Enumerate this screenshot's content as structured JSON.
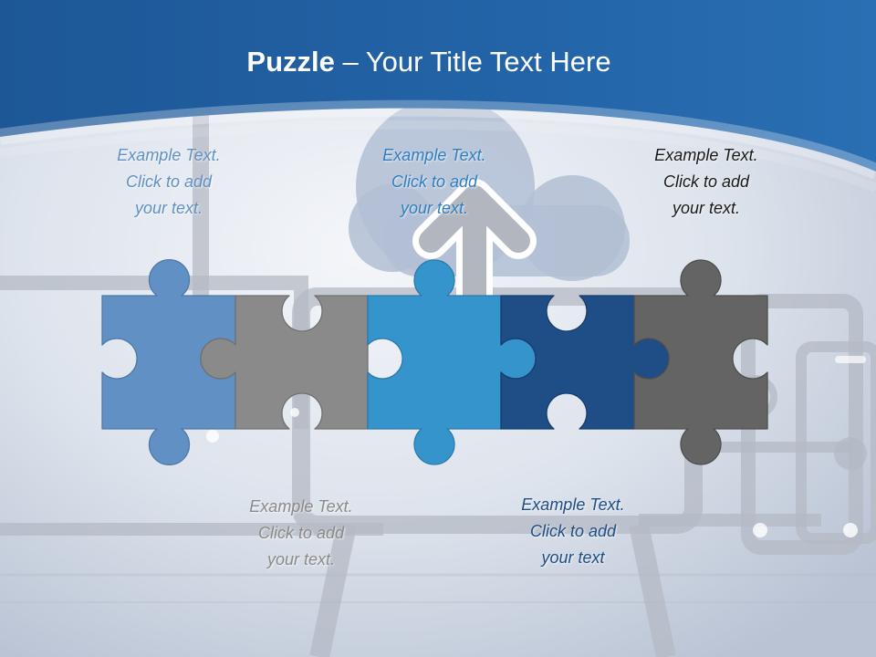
{
  "title": {
    "bold": "Puzzle",
    "rest": " – Your Title Text Here"
  },
  "colors": {
    "header_blue": "#1f5ea0",
    "piece_1": "#6191c4",
    "piece_2": "#8a8a8a",
    "piece_3": "#3694cc",
    "piece_4": "#1f4d85",
    "piece_5": "#646464",
    "background": "#c9d1df"
  },
  "callouts": [
    {
      "lines": [
        "Example Text.",
        "Click  to add",
        "your text."
      ]
    },
    {
      "lines": [
        "Example Text.",
        "Click  to add",
        "your text."
      ]
    },
    {
      "lines": [
        "Example Text.",
        "Click  to add",
        "your text."
      ]
    },
    {
      "lines": [
        "Example Text.",
        "Click  to add",
        "your text."
      ]
    },
    {
      "lines": [
        "Example Text.",
        "Click  to add",
        "your text"
      ]
    }
  ],
  "icons": [
    "cloud-upload-icon",
    "monitor-icon",
    "tablet-icon",
    "phone-icon",
    "puzzle-icon"
  ]
}
